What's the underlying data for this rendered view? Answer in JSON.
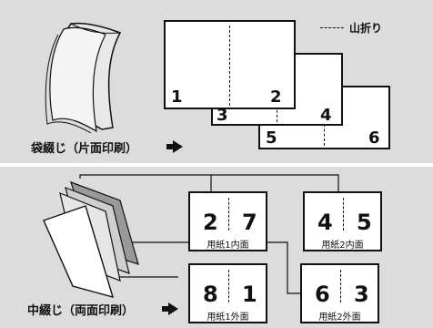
{
  "legend": {
    "fold_label": "山折り"
  },
  "top": {
    "caption": "袋綴じ（片面印刷）",
    "pages": [
      "1",
      "2",
      "3",
      "4",
      "5",
      "6"
    ]
  },
  "bottom": {
    "caption": "中綴じ（両面印刷）",
    "spreads": [
      {
        "left": "2",
        "right": "7",
        "label": "用紙1内面"
      },
      {
        "left": "4",
        "right": "5",
        "label": "用紙2内面"
      },
      {
        "left": "8",
        "right": "1",
        "label": "用紙1外面"
      },
      {
        "left": "6",
        "right": "3",
        "label": "用紙2外面"
      }
    ]
  }
}
